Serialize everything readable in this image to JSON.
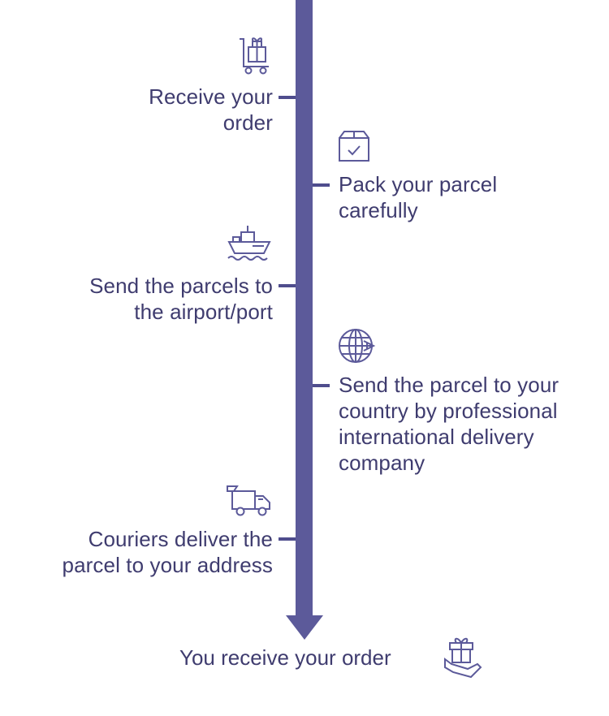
{
  "steps": [
    {
      "id": "receive",
      "side": "left",
      "icon": "cart-gift-icon",
      "text": "Receive your\norder"
    },
    {
      "id": "pack",
      "side": "right",
      "icon": "package-check-icon",
      "text": "Pack your parcel\ncarefully"
    },
    {
      "id": "send-port",
      "side": "left",
      "icon": "ship-icon",
      "text": "Send the parcels to\nthe airport/port"
    },
    {
      "id": "intl",
      "side": "right",
      "icon": "globe-plane-icon",
      "text": "Send the parcel to your\ncountry by professional\ninternational delivery\ncompany"
    },
    {
      "id": "courier",
      "side": "left",
      "icon": "delivery-truck-icon",
      "text": "Couriers deliver the\nparcel to your address"
    }
  ],
  "final": {
    "text": "You receive your order",
    "icon": "gift-hand-icon"
  },
  "colors": {
    "spine": "#5c5a9a",
    "text": "#3f3c6f",
    "icon": "#5c5a9a"
  }
}
